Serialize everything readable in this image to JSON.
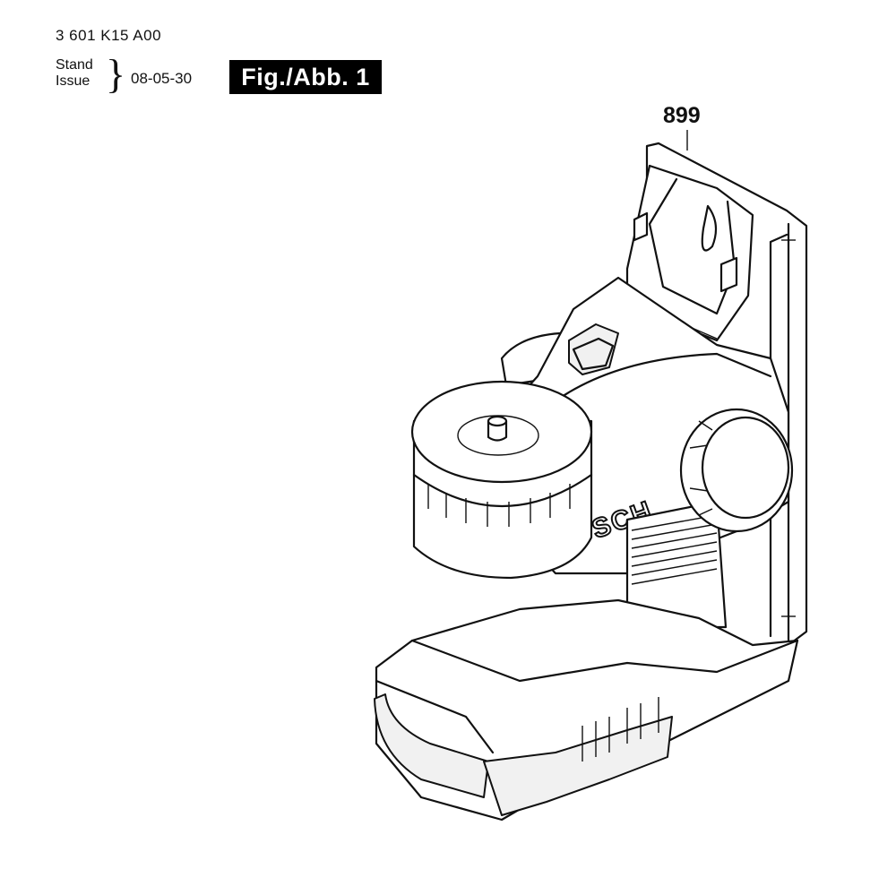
{
  "header": {
    "part_number": "3 601 K15 A00",
    "stand_label": "Stand",
    "issue_label": "Issue",
    "date": "08-05-30",
    "figure_label": "Fig./Abb. 1"
  },
  "callouts": [
    {
      "number": "899"
    }
  ],
  "product": {
    "brand_text": "BOSCH"
  }
}
